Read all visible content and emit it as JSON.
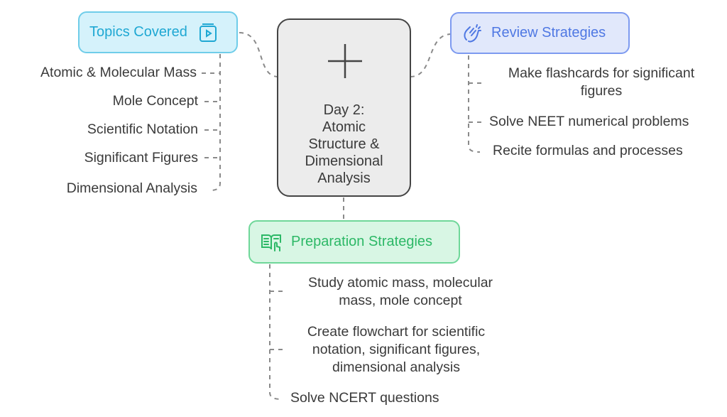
{
  "center": {
    "title_lines": [
      "Day 2:",
      "Atomic",
      "Structure &",
      "Dimensional",
      "Analysis"
    ],
    "icon": "plus-icon"
  },
  "topics": {
    "title": "Topics Covered",
    "icon": "video-card-icon",
    "items": [
      "Atomic & Molecular Mass",
      "Mole Concept",
      "Scientific Notation",
      "Significant Figures",
      "Dimensional Analysis"
    ]
  },
  "review": {
    "title": "Review Strategies",
    "icon": "clapping-hands-icon",
    "items": [
      [
        "Make flashcards for significant",
        "figures"
      ],
      [
        "Solve NEET numerical problems"
      ],
      [
        "Recite formulas and processes"
      ]
    ]
  },
  "prep": {
    "title": "Preparation Strategies",
    "icon": "reading-book-icon",
    "items": [
      [
        "Study atomic mass, molecular",
        "mass, mole concept"
      ],
      [
        "Create flowchart for scientific",
        "notation, significant figures,",
        "dimensional analysis"
      ],
      [
        "Solve NCERT questions"
      ]
    ]
  },
  "colors": {
    "topics": "#1fa8d3",
    "review": "#4f78e3",
    "prep": "#2cb866",
    "center_border": "#444444",
    "connector": "#8a8a8a"
  }
}
